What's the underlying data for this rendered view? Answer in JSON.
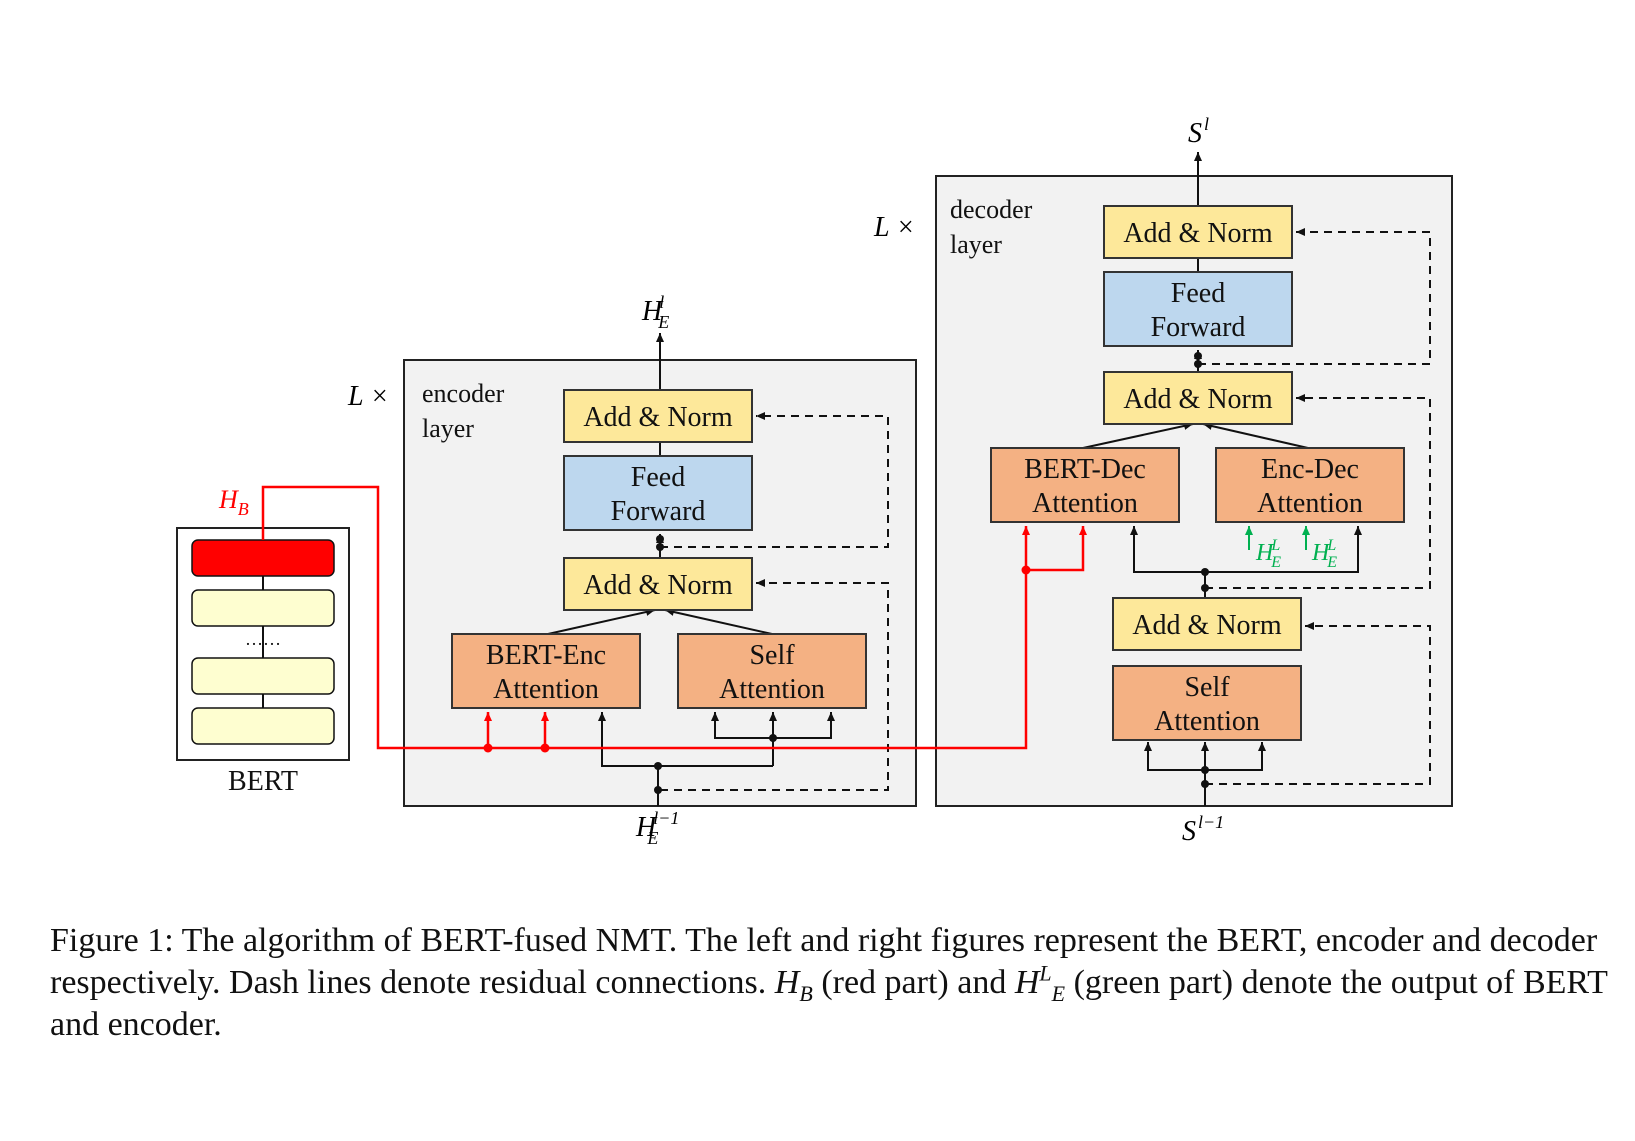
{
  "colors": {
    "add_norm_fill": "#fde89a",
    "feed_forward_fill": "#bdd7ee",
    "attention_fill": "#f4b183",
    "bert_top_fill": "#ff0000",
    "bert_layer_fill": "#fefed0",
    "layer_box_fill": "#f2f2f2",
    "red_path": "#ff0000",
    "green_label": "#00b050"
  },
  "bert": {
    "label": "BERT",
    "dots": "……",
    "output_label": "H",
    "output_sub": "B"
  },
  "encoder": {
    "repeat": "L ×",
    "title_line1": "encoder",
    "title_line2": "layer",
    "add_norm_top": "Add & Norm",
    "feed_forward_line1": "Feed",
    "feed_forward_line2": "Forward",
    "add_norm_bottom": "Add & Norm",
    "bert_enc_line1": "BERT-Enc",
    "bert_enc_line2": "Attention",
    "self_attn_line1": "Self",
    "self_attn_line2": "Attention",
    "output_label": "H",
    "output_sub": "E",
    "output_sup": "l",
    "input_label": "H",
    "input_sub": "E",
    "input_sup": "l−1"
  },
  "decoder": {
    "repeat": "L ×",
    "title_line1": "decoder",
    "title_line2": "layer",
    "add_norm_top": "Add & Norm",
    "feed_forward_line1": "Feed",
    "feed_forward_line2": "Forward",
    "add_norm_mid": "Add & Norm",
    "bert_dec_line1": "BERT-Dec",
    "bert_dec_line2": "Attention",
    "enc_dec_line1": "Enc-Dec",
    "enc_dec_line2": "Attention",
    "enc_out_label": "H",
    "enc_out_sub": "E",
    "enc_out_sup": "L",
    "add_norm_bottom": "Add & Norm",
    "self_attn_line1": "Self",
    "self_attn_line2": "Attention",
    "output_label": "S",
    "output_sup": "l",
    "input_label": "S",
    "input_sup": "l−1"
  },
  "caption": {
    "part1": "Figure 1: The algorithm of BERT-fused NMT. The left and right figures represent the BERT, encoder and decoder respectively. Dash lines denote residual connections. ",
    "hb": "H",
    "hb_sub": "B",
    "part2": " (red part) and ",
    "he": "H",
    "he_sub": "E",
    "he_sup": "L",
    "part3": " (green part) denote the output of BERT and encoder."
  }
}
